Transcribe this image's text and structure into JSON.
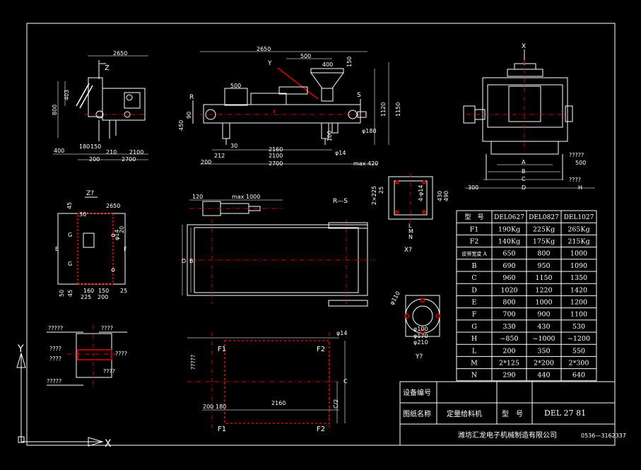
{
  "drawing": {
    "labels": {
      "top_left_2650": "2650",
      "top_left_z": "Z",
      "dim_800": "800",
      "dim_403": "403",
      "dim_400_left": "400",
      "dim_180a": "180",
      "dim_150a": "150",
      "dim_210a": "210",
      "dim_2100a": "2100",
      "dim_200a": "200",
      "dim_2700a": "2700",
      "front_2650": "2650",
      "front_500": "500",
      "front_400": "400",
      "front_150": "150",
      "front_500b": "500",
      "front_y": "Y",
      "front_r": "R",
      "front_s": "S",
      "front_90": "90",
      "front_450": "450",
      "front_1120": "1120",
      "front_1150": "1150",
      "front_phi180": "φ180",
      "front_30": "30",
      "front_2160": "2160",
      "front_212": "212",
      "front_2100": "2100",
      "front_phi14": "φ14",
      "front_100": "100",
      "front_200": "200",
      "front_2700": "2700",
      "front_max420": "max 420",
      "side_x": "X",
      "side_a": "A",
      "side_b": "B",
      "side_c": "C",
      "side_d": "D",
      "side_h": "H",
      "side_300": "300",
      "side_500": "500",
      "side_q1": "?????",
      "side_q2": "????",
      "z_view": "Z?",
      "z_2650": "2650",
      "z_45": "45",
      "z_30": "30",
      "z_g1": "G",
      "z_g2": "G",
      "z_e": "E",
      "z_f": "F",
      "z_phi14": "φ14",
      "z_20": "20",
      "z_50": "50",
      "z_45b": "45",
      "z_160": "160",
      "z_150": "150",
      "z_25": "25",
      "z_225": "225",
      "z_200": "200",
      "plan_120": "120",
      "plan_max1000": "max 1000",
      "plan_d": "D",
      "plan_b": "B",
      "rs_label": "R—S",
      "x_view": "X?",
      "x_225": "2×225",
      "x_25": "25",
      "x_4phi14": "4-φ14",
      "x_430": "430",
      "x_490": "490",
      "x_l": "L",
      "x_m": "M",
      "x_n": "N",
      "y_view": "Y?",
      "y_phi110": "φ110",
      "y_phi100": "φ100",
      "y_phi170": "φ170",
      "y_phi210": "φ210",
      "wire_q1": "?????",
      "wire_q2": "????",
      "wire_q3": "????",
      "wire_q4": "????",
      "wire_q5": "????",
      "wire_q6": "????",
      "wire_q7": "?????",
      "f1_top": "F1",
      "f2_top": "F2",
      "f1_bot": "F1",
      "f2_bot": "F2",
      "hole_phi14": "φ14",
      "hole_200": "200",
      "hole_180": "180",
      "hole_2160": "2160",
      "hole_c": "C",
      "hole_c2": "C/2",
      "hole_q": "?????",
      "axis_y": "Y",
      "axis_x": "X"
    }
  },
  "spec_table": {
    "headers": [
      "型　号",
      "DEL0627",
      "DEL0827",
      "DEL1027"
    ],
    "rows": [
      [
        "F1",
        "190Kg",
        "225Kg",
        "265Kg"
      ],
      [
        "F2",
        "140Kg",
        "175Kg",
        "215Kg"
      ],
      [
        "皮带宽度 A",
        "650",
        "800",
        "1000"
      ],
      [
        "B",
        "690",
        "950",
        "1090"
      ],
      [
        "C",
        "960",
        "1150",
        "1350"
      ],
      [
        "D",
        "1020",
        "1220",
        "1420"
      ],
      [
        "E",
        "800",
        "1000",
        "1200"
      ],
      [
        "F",
        "700",
        "900",
        "1100"
      ],
      [
        "G",
        "330",
        "430",
        "530"
      ],
      [
        "H",
        "~850",
        "~1000",
        "~1200"
      ],
      [
        "L",
        "200",
        "350",
        "550"
      ],
      [
        "M",
        "2*125",
        "2*200",
        "2*300"
      ],
      [
        "N",
        "290",
        "440",
        "640"
      ]
    ]
  },
  "title_block": {
    "device_no_label": "设备编号",
    "drawing_name_label": "图纸名称",
    "drawing_name_value": "定量给料机",
    "model_label": "型　号",
    "model_value": "DEL 27 81",
    "company": "潍坊汇龙电子机械制造有限公司",
    "phone": "0536—3162337"
  }
}
